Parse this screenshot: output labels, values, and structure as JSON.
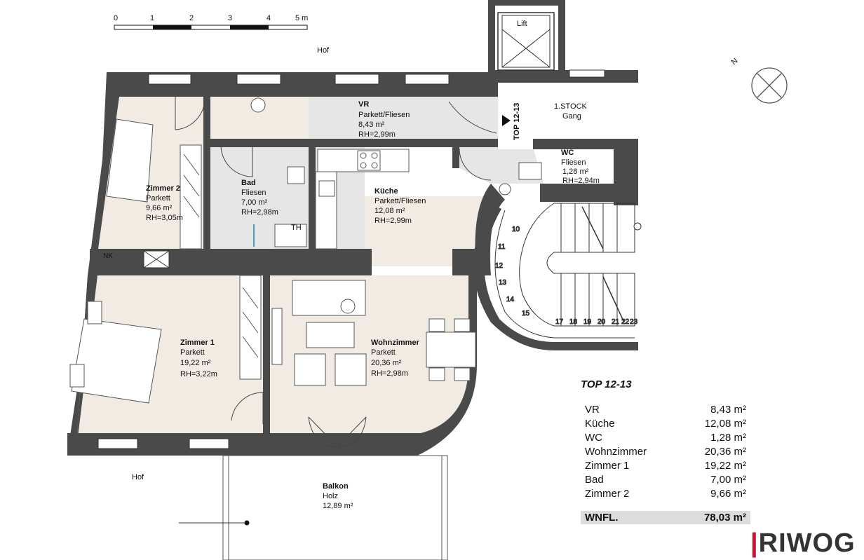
{
  "scale": {
    "ticks": [
      "0",
      "1",
      "2",
      "3",
      "4",
      "5 m"
    ]
  },
  "labels": {
    "hof_top": "Hof",
    "hof_bottom": "Hof",
    "lift": "Lift",
    "north": "N",
    "top_vertical": "TOP 12-13",
    "nk": "NK",
    "th": "TH",
    "stair_numbers": [
      "10",
      "11",
      "12",
      "13",
      "14",
      "15",
      "17",
      "18",
      "19",
      "20",
      "21",
      "22",
      "23"
    ]
  },
  "rooms": {
    "vr": {
      "name": "VR",
      "floor": "Parkett/Fliesen",
      "area": "8,43 m²",
      "rh": "RH=2,99m"
    },
    "gang": {
      "name": "1.STOCK",
      "floor": "Gang"
    },
    "wc": {
      "name": "WC",
      "floor": "Fliesen",
      "area": "1,28 m²",
      "rh": "RH=2,94m"
    },
    "bad": {
      "name": "Bad",
      "floor": "Fliesen",
      "area": "7,00 m²",
      "rh": "RH=2,98m"
    },
    "kueche": {
      "name": "Küche",
      "floor": "Parkett/Fliesen",
      "area": "12,08 m²",
      "rh": "RH=2,99m"
    },
    "zimmer2": {
      "name": "Zimmer 2",
      "floor": "Parkett",
      "area": "9,66 m²",
      "rh": "RH=3,05m"
    },
    "zimmer1": {
      "name": "Zimmer 1",
      "floor": "Parkett",
      "area": "19,22 m²",
      "rh": "RH=3,22m"
    },
    "wohnzimmer": {
      "name": "Wohnzimmer",
      "floor": "Parkett",
      "area": "20,36 m²",
      "rh": "RH=2,98m"
    },
    "balkon": {
      "name": "Balkon",
      "floor": "Holz",
      "area": "12,89 m²"
    }
  },
  "summary": {
    "title": "TOP 12-13",
    "rows": [
      {
        "label": "VR",
        "value": "8,43 m²"
      },
      {
        "label": "Küche",
        "value": "12,08 m²"
      },
      {
        "label": "WC",
        "value": "1,28 m²"
      },
      {
        "label": "Wohnzimmer",
        "value": "20,36 m²"
      },
      {
        "label": "Zimmer 1",
        "value": "19,22 m²"
      },
      {
        "label": "Bad",
        "value": "7,00 m²"
      },
      {
        "label": "Zimmer 2",
        "value": "9,66 m²"
      }
    ],
    "total_label": "WNFL.",
    "total_value": "78,03 m²"
  },
  "brand": {
    "name": "RIWOG",
    "mark": "|",
    "color": "#d0102b"
  },
  "colors": {
    "wall": "#4a4a4a",
    "floor_room": "#f1ebe4",
    "floor_tile": "#e6e6e6",
    "total_bg": "#dcdcdc"
  }
}
